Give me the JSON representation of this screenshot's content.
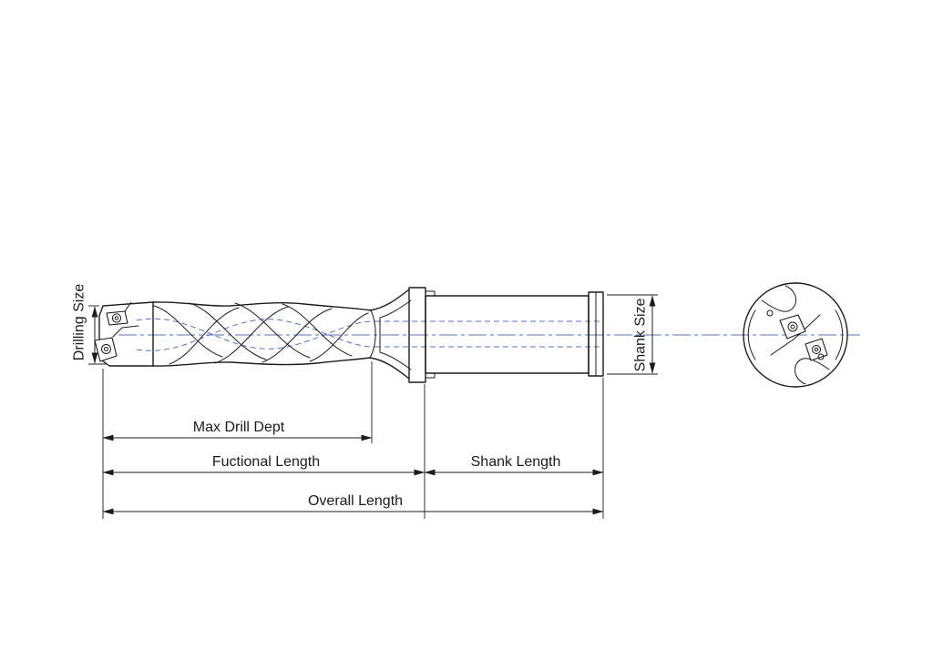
{
  "diagram": {
    "labels": {
      "drilling_size": "Drilling Size",
      "shank_size": "Shank Size",
      "max_drill_depth": "Max Drill Dept",
      "functional_length": "Fuctional Length",
      "shank_length": "Shank Length",
      "overall_length": "Overall Length"
    },
    "colors": {
      "outline": "#1c1c1c",
      "hidden_line": "#5b6fc9",
      "centerline": "#5b6fc9",
      "background": "#ffffff"
    }
  }
}
